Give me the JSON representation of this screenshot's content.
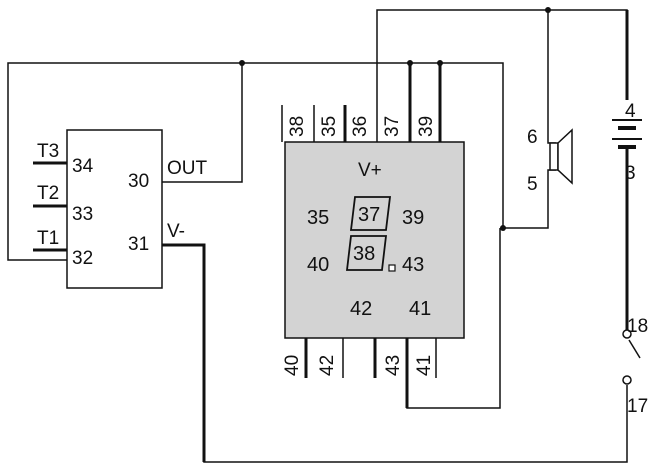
{
  "colors": {
    "wire": "#111111",
    "display_body": "#d3d3d3",
    "background": "#ffffff"
  },
  "timer_chip": {
    "pins_left": [
      {
        "terminal": "T3",
        "number": "34"
      },
      {
        "terminal": "T2",
        "number": "33"
      },
      {
        "terminal": "T1",
        "number": "32"
      }
    ],
    "pins_right": [
      {
        "label": "OUT",
        "number": "30"
      },
      {
        "label": "V-",
        "number": "31"
      }
    ]
  },
  "display_module": {
    "supply_label": "V+",
    "top_pins": [
      "38",
      "35",
      "36",
      "37",
      "39"
    ],
    "bottom_pins": [
      "40",
      "42",
      "43",
      "41"
    ],
    "inner": {
      "left_upper": "35",
      "digit_upper": "37",
      "right_upper": "39",
      "left_lower": "40",
      "digit_lower": "38",
      "right_lower": "43",
      "bottom_left": "42",
      "bottom_right": "41"
    }
  },
  "speaker": {
    "pin_top": "6",
    "pin_bottom": "5",
    "icon": "speaker-icon"
  },
  "battery": {
    "pin_top": "4",
    "pin_bottom": "3",
    "icon": "battery-icon"
  },
  "switch": {
    "pin_top": "18",
    "pin_bottom": "17",
    "icon": "switch-icon"
  }
}
